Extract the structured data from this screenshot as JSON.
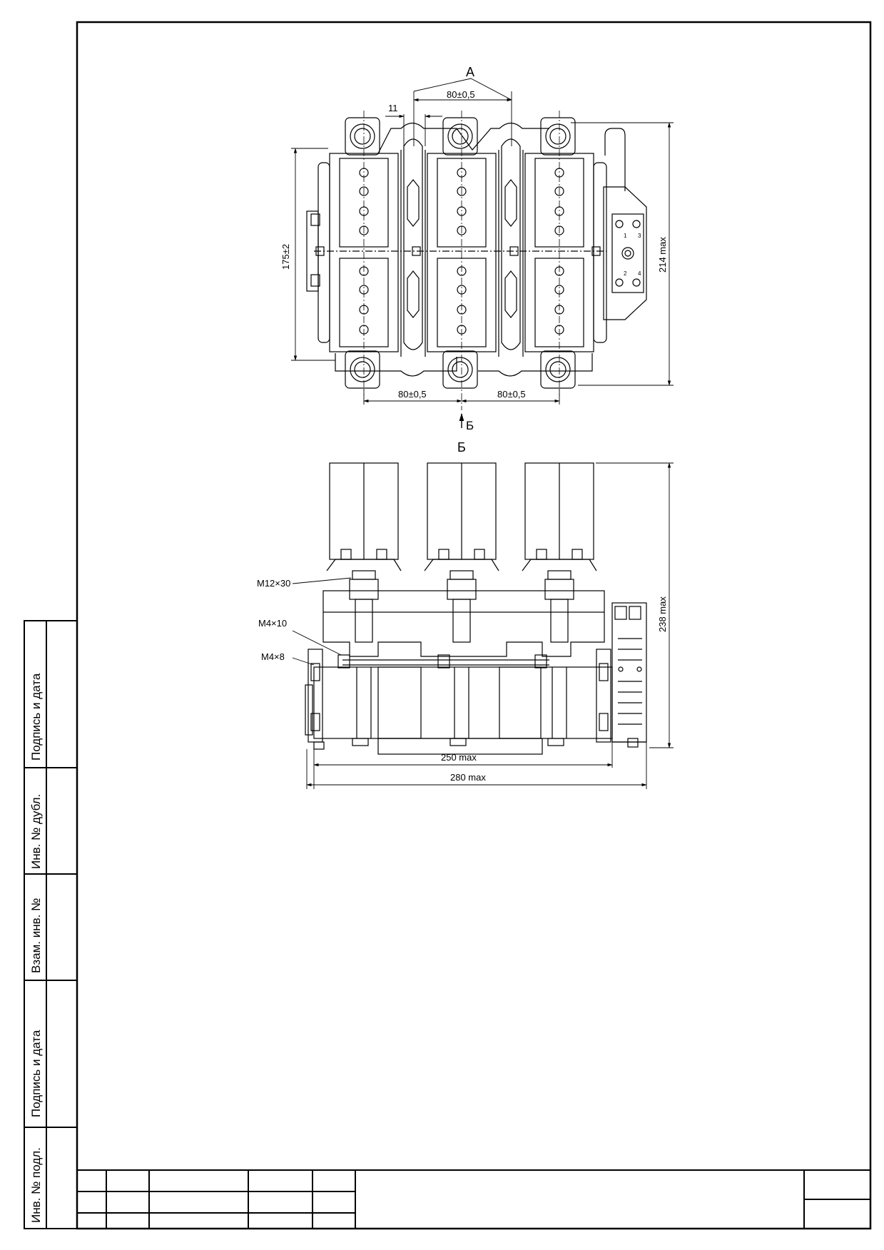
{
  "views": {
    "top": {
      "view_label": "А",
      "section_label": "Б",
      "dims": {
        "pitch_top": "80±0,5",
        "gap": "11",
        "height_inner": "175±2",
        "height_overall": "214 max",
        "pitch_bottom_left": "80±0,5",
        "pitch_bottom_right": "80±0,5"
      },
      "terminal_numbers": [
        "1",
        "3",
        "2",
        "4"
      ]
    },
    "side": {
      "view_label": "Б",
      "dims": {
        "height_overall": "238 max",
        "width_inner": "250 max",
        "width_overall": "280 max"
      },
      "callouts": [
        "M12×30",
        "M4×10",
        "M4×8"
      ]
    }
  },
  "side_stamp": {
    "labels": [
      "Инв. № подл.",
      "Подпись и дата",
      "Взам. инв. №",
      "Инв. № дубл.",
      "Подпись и дата"
    ]
  }
}
